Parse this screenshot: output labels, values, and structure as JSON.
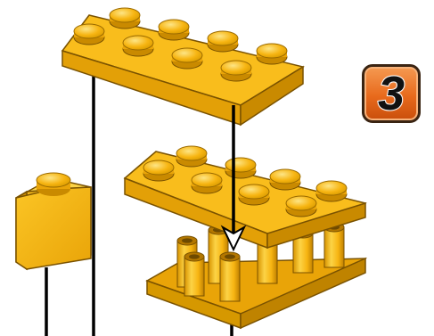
{
  "instruction": {
    "step_number": "3",
    "colors": {
      "brick_main": "#f7b512",
      "brick_light": "#fcd346",
      "brick_dark": "#c98a00",
      "brick_outline": "#7a5200",
      "badge_orange": "#e86a1c",
      "guide_line": "#000000"
    },
    "parts": [
      {
        "name": "plate-2x4",
        "role": "top assembly piece"
      },
      {
        "name": "plate-2x4-with-rods",
        "role": "middle assembly piece"
      },
      {
        "name": "brick-1x1",
        "role": "side piece"
      }
    ],
    "icons": [
      "arrow-down-icon"
    ]
  }
}
